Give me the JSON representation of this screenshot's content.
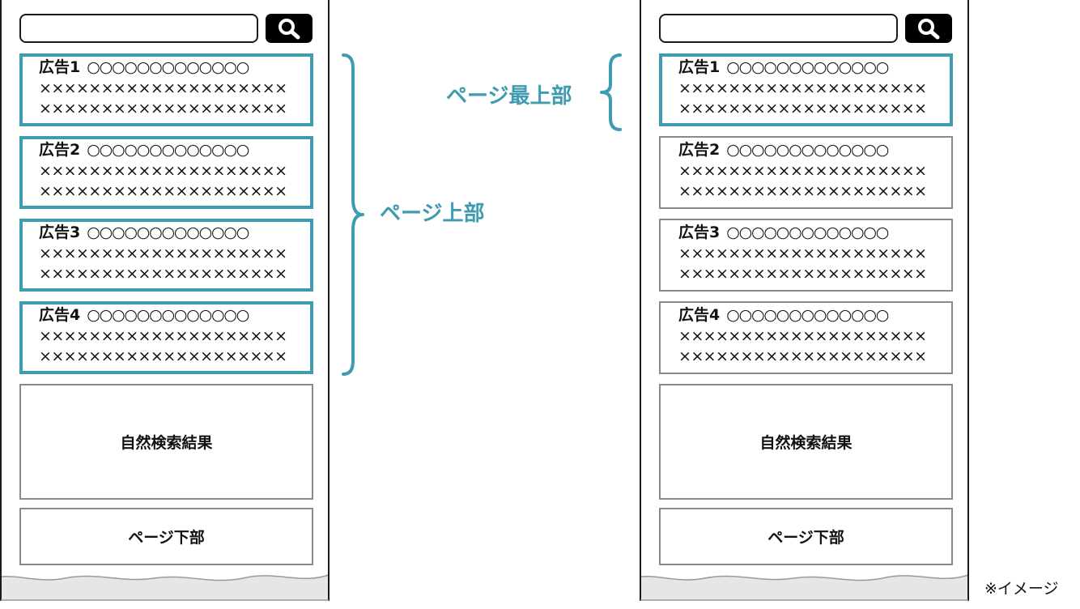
{
  "mockups": [
    {
      "ads": [
        {
          "label": "広告1",
          "line1": "○○○○○○○○○○○○○",
          "line2": "××××××××××××××××××××",
          "line3": "××××××××××××××××××××",
          "highlighted": true
        },
        {
          "label": "広告2",
          "line1": "○○○○○○○○○○○○○",
          "line2": "××××××××××××××××××××",
          "line3": "××××××××××××××××××××",
          "highlighted": true
        },
        {
          "label": "広告3",
          "line1": "○○○○○○○○○○○○○",
          "line2": "××××××××××××××××××××",
          "line3": "××××××××××××××××××××",
          "highlighted": true
        },
        {
          "label": "広告4",
          "line1": "○○○○○○○○○○○○○",
          "line2": "××××××××××××××××××××",
          "line3": "××××××××××××××××××××",
          "highlighted": true
        }
      ],
      "organic_label": "自然検索結果",
      "bottom_label": "ページ下部",
      "brace_label": "ページ上部"
    },
    {
      "ads": [
        {
          "label": "広告1",
          "line1": "○○○○○○○○○○○○○",
          "line2": "××××××××××××××××××××",
          "line3": "××××××××××××××××××××",
          "highlighted": true
        },
        {
          "label": "広告2",
          "line1": "○○○○○○○○○○○○○",
          "line2": "××××××××××××××××××××",
          "line3": "××××××××××××××××××××",
          "highlighted": false
        },
        {
          "label": "広告3",
          "line1": "○○○○○○○○○○○○○",
          "line2": "××××××××××××××××××××",
          "line3": "××××××××××××××××××××",
          "highlighted": false
        },
        {
          "label": "広告4",
          "line1": "○○○○○○○○○○○○○",
          "line2": "××××××××××××××××××××",
          "line3": "××××××××××××××××××××",
          "highlighted": false
        }
      ],
      "organic_label": "自然検索結果",
      "bottom_label": "ページ下部",
      "brace_label": "ページ最上部"
    }
  ],
  "note": "※イメージ",
  "colors": {
    "highlight": "#3f9bb1",
    "frame": "#1a1a1a",
    "box_border": "#8a8a8a",
    "tear_fill": "#e6e6e6"
  },
  "icons": {
    "search": "magnifier-icon"
  }
}
